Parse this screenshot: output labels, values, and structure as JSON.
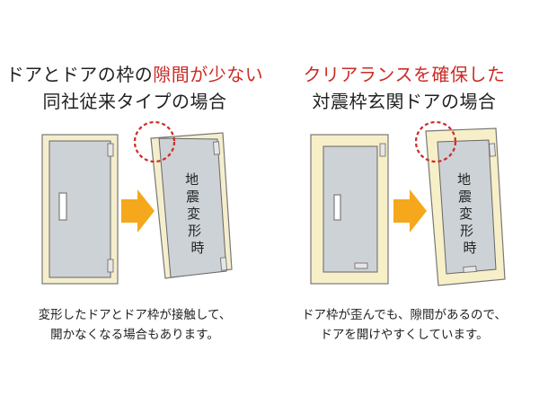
{
  "left": {
    "title_line1_pre": "ドアとドアの枠の",
    "title_line1_highlight": "隙間が少ない",
    "title_line2": "同社従来タイプの場合",
    "deformed_label": "地震変形時",
    "caption_line1": "変形したドアとドア枠が接触して、",
    "caption_line2": "開かなくなる場合もあります。"
  },
  "right": {
    "title_line1_highlight": "クリアランスを確保した",
    "title_line2": "対震枠玄関ドアの場合",
    "deformed_label": "地震変形時",
    "caption_line1": "ドア枠が歪んでも、隙間があるので、",
    "caption_line2": "ドアを開けやすくしています。"
  },
  "colors": {
    "highlight": "#cc2b25",
    "arrow": "#f5a81c",
    "door_panel": "#cfd3d6",
    "frame_fill": "#f7efc8",
    "frame_border": "#7a7a7a"
  }
}
